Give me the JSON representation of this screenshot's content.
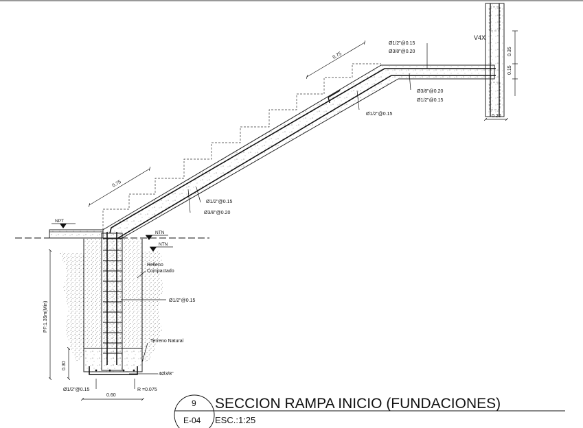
{
  "drawing": {
    "title": "SECCION RAMPA INICIO (FUNDACIONES)",
    "scale": "ESC.:1:25",
    "detail_number": "9",
    "sheet_ref": "E-04"
  },
  "levels": {
    "npt": "NPT",
    "ntn_upper": "NTN",
    "ntn_lower": "NTN"
  },
  "column": {
    "tag": "V4X",
    "width": "0.20",
    "height": "0.35",
    "slab": "0.15"
  },
  "dimensions": {
    "stair_upper": "0.75",
    "stair_lower": "0.75",
    "depth": "PF:1.35m(Min)",
    "footing_height": "0.30",
    "footing_width": "0.60"
  },
  "rebar": {
    "top_a": "Ø1/2\"@0.15",
    "top_b": "Ø3/8\"@0.20",
    "mid_a": "Ø3/8\"@0.20",
    "mid_b": "Ø1/2\"@0.15",
    "diag": "Ø1/2\"@0.15",
    "low_a": "Ø1/2\"@0.15",
    "low_b": "Ø3/8\"@0.20",
    "col": "Ø1/2\"@0.15",
    "foot_top": "4Ø3/8\"",
    "foot_bot": "Ø1/2\"@0.15",
    "radius": "R =0.075"
  },
  "notes": {
    "fill_line1": "Relleno",
    "fill_line2": "Compactado",
    "natural_ground": "Terreno Natural"
  }
}
